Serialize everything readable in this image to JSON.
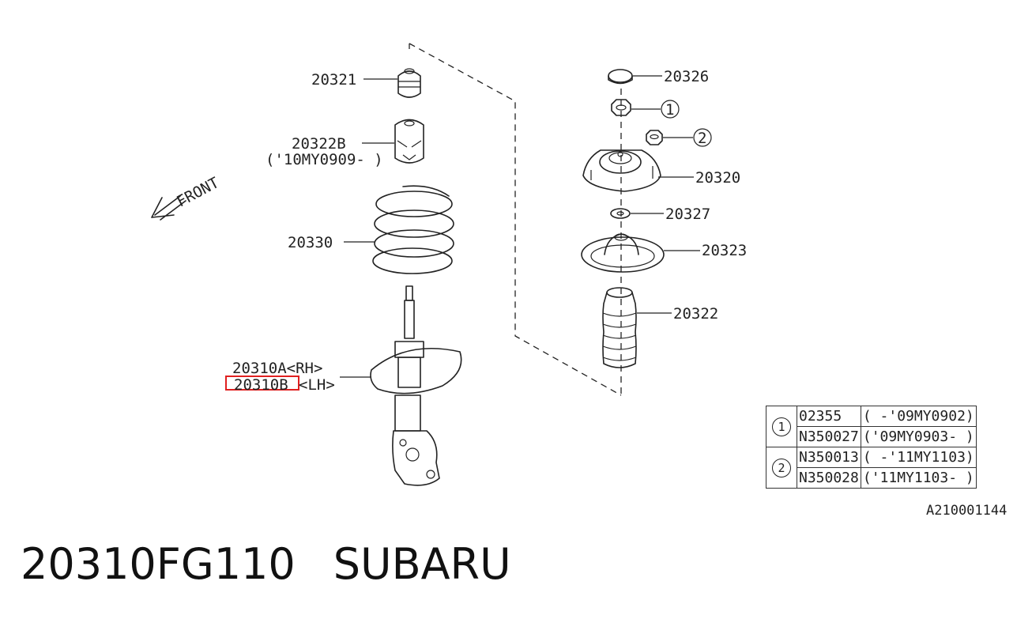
{
  "callouts": {
    "p20321": "20321",
    "p20322b": "20322B",
    "p20322b_note": "('10MY0909- )",
    "p20330": "20330",
    "p20310a": "20310A<RH>",
    "p20310b_code": "20310B",
    "p20310b_side": "<LH>",
    "p20326": "20326",
    "p20320": "20320",
    "p20327": "20327",
    "p20323": "20323",
    "p20322": "20322",
    "ref1": "1",
    "ref2": "2"
  },
  "front_label": "FRONT",
  "legend": {
    "groups": [
      {
        "num": "1",
        "rows": [
          {
            "part": "02355",
            "range": "( -'09MY0902)"
          },
          {
            "part": "N350027",
            "range": "('09MY0903- )"
          }
        ]
      },
      {
        "num": "2",
        "rows": [
          {
            "part": "N350013",
            "range": "( -'11MY1103)"
          },
          {
            "part": "N350028",
            "range": "('11MY1103- )"
          }
        ]
      }
    ]
  },
  "diagram_code": "A210001144",
  "caption": {
    "part_number": "20310FG110",
    "brand": "SUBARU"
  },
  "colors": {
    "highlight": "#e02020",
    "ink": "#222222"
  }
}
